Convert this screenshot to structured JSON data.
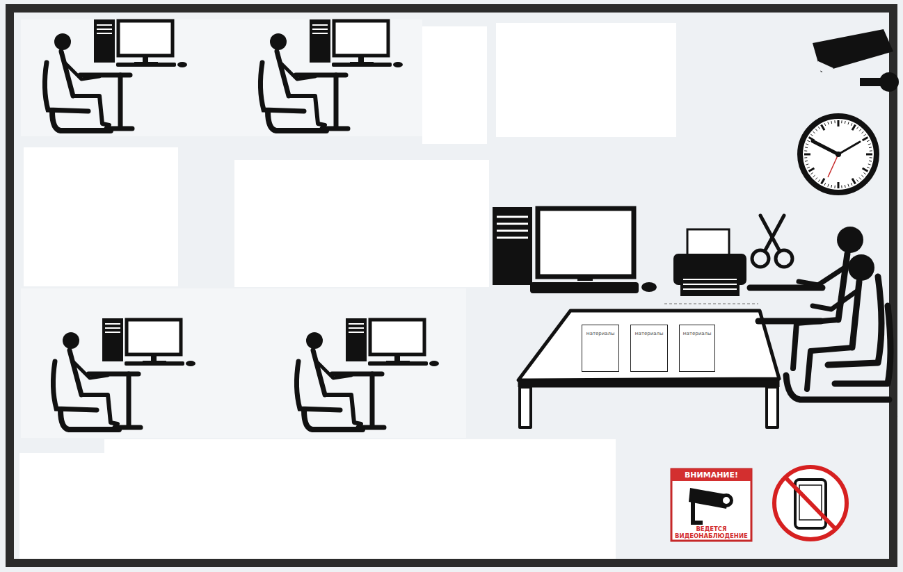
{
  "diagram": {
    "nodes": [
      {
        "text": [
          "материалы"
        ]
      },
      {
        "text": [
          "материалы"
        ]
      },
      {
        "text": [
          "материалы"
        ]
      },
      {
        "text": [
          "ВНИМАНИЕ!",
          "ВЕДЕТСЯ ВИДЕОНАБЛЮДЕНИЕ"
        ]
      }
    ]
  }
}
